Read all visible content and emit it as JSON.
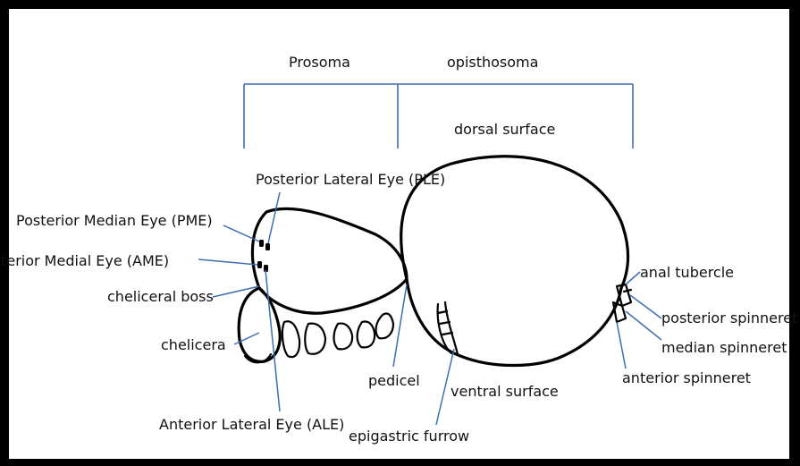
{
  "labels": {
    "prosoma": "Prosoma",
    "opisthosoma": "opisthosoma",
    "dorsal_surface": "dorsal surface",
    "ple": "Posterior Lateral Eye (PLE)",
    "pme": "Posterior Median Eye (PME)",
    "ame": "Anterior Medial Eye (AME)",
    "cheliceral_boss": "cheliceral boss",
    "chelicera": "chelicera",
    "pedicel": "pedicel",
    "ventral_surface": "ventral surface",
    "ale": "Anterior Lateral Eye (ALE)",
    "epigastric_furrow": "epigastric furrow",
    "anal_tubercle": "anal tubercle",
    "posterior_spinneret": "posterior spinneret",
    "median_spinneret": "median spinneret",
    "anterior_spinneret": "anterior spinneret"
  },
  "colors": {
    "frame": "#000000",
    "outline": "#000000",
    "leader": "#3e6fb0",
    "background": "#ffffff"
  }
}
